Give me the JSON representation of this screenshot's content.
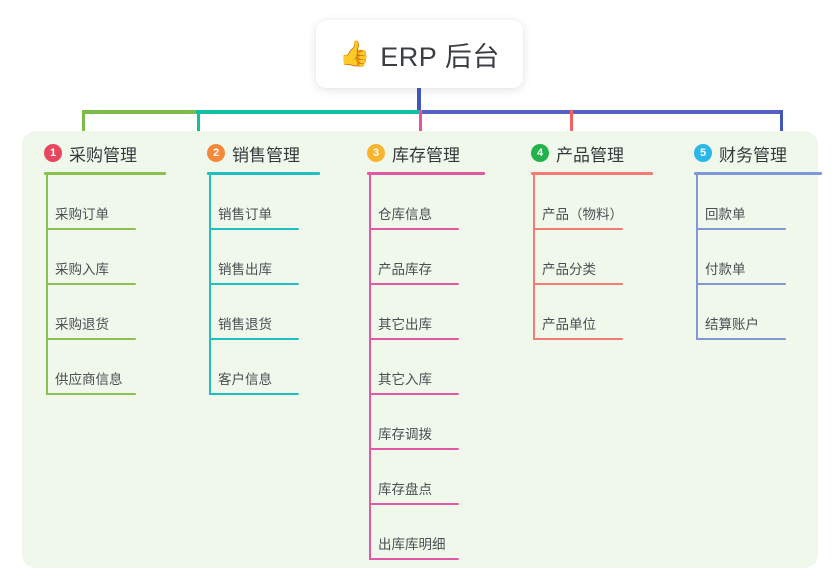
{
  "diagram": {
    "title": "ERP 后台",
    "root": {
      "icon": "thumbs-up-icon",
      "emoji": "👍",
      "label": "ERP 后台"
    },
    "canvas": {
      "background": "#ffffff",
      "panel_background": "#eff8ea"
    },
    "connectors": {
      "stem_color": "#4156b8",
      "bar_segment_1_color": "#7cbb46",
      "bar_segment_2_color": "#12bfa0",
      "bar_segment_3_color": "#5660c6",
      "drop_colors": [
        "#7cbb46",
        "#12bfa0",
        "#e8539e",
        "#f2605f",
        "#4156b8"
      ]
    },
    "columns": [
      {
        "number": "1",
        "title": "采购管理",
        "badge_color": "#e8465e",
        "rule_color": "#86c council",
        "accent_color": "#8cc152",
        "items": [
          "采购订单",
          "采购入库",
          "采购退货",
          "供应商信息"
        ]
      },
      {
        "number": "2",
        "title": "销售管理",
        "badge_color": "#f5883a",
        "accent_color": "#21bfc0",
        "items": [
          "销售订单",
          "销售出库",
          "销售退货",
          "客户信息"
        ]
      },
      {
        "number": "3",
        "title": "库存管理",
        "badge_color": "#f7b42c",
        "accent_color": "#e159a3",
        "items": [
          "仓库信息",
          "产品库存",
          "其它出库",
          "其它入库",
          "库存调拨",
          "库存盘点",
          "出库库明细"
        ]
      },
      {
        "number": "4",
        "title": "产品管理",
        "badge_color": "#22b24c",
        "accent_color": "#f47b74",
        "items": [
          "产品（物料）",
          "产品分类",
          "产品单位"
        ]
      },
      {
        "number": "5",
        "title": "财务管理",
        "badge_color": "#29b6e8",
        "accent_color": "#8099d6",
        "items": [
          "回款单",
          "付款单",
          "结算账户"
        ]
      }
    ]
  }
}
